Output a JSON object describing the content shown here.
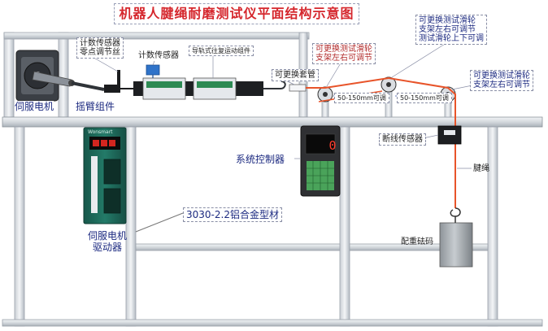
{
  "title": "机器人腱绳耐磨测试仪平面结构示意图",
  "labels": {
    "servo_motor": "伺服电机",
    "swing_arm": "摇臂组件",
    "count_sensor_adjust_line1": "计数传感器",
    "count_sensor_adjust_line2": "零点调节丝",
    "count_sensor": "计数传感器",
    "guide_rail": "导轨式往复运动组件",
    "replaceable_sleeve": "可更换套管",
    "pulley_left_line1": "可更换测试滑轮",
    "pulley_left_line2": "支架左右可调节",
    "pulley_top_line1": "可更换测试滑轮",
    "pulley_top_line2": "支架左右可调节",
    "pulley_top_line3": "测试滑轮上下可调",
    "pulley_right_line1": "可更换测试滑轮",
    "pulley_right_line2": "支架左右可调节",
    "range_left": "50-150mm可调",
    "range_right": "50-150mm可调",
    "break_sensor": "断线传感器",
    "system_controller": "系统控制器",
    "tendon_rope": "腱绳",
    "aluminum_profile": "3030-2.2铝合金型材",
    "driver_line1": "伺服电机",
    "driver_line2": "驱动器",
    "counterweight": "配重砝码",
    "driver_brand": "Wonsmart",
    "controller_display": "0"
  },
  "colors": {
    "title_red": "#d5272d",
    "rope": "#e8542a",
    "frame": "#d9dde2",
    "frame_edge": "#9aa1aa",
    "driver_body": "#1f6d5d"
  }
}
